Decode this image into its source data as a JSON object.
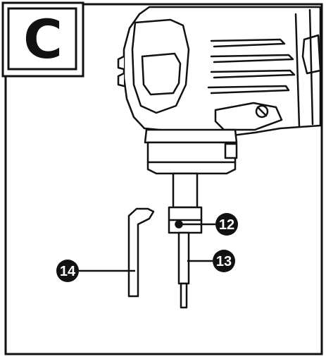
{
  "panel": {
    "letter": "C"
  },
  "callouts": [
    {
      "id": "part-12",
      "number": "12"
    },
    {
      "id": "part-13",
      "number": "13"
    },
    {
      "id": "part-14",
      "number": "14"
    }
  ],
  "colors": {
    "line": "#111111",
    "background": "#ffffff",
    "badge_fill": "#111111",
    "badge_text": "#ffffff"
  }
}
